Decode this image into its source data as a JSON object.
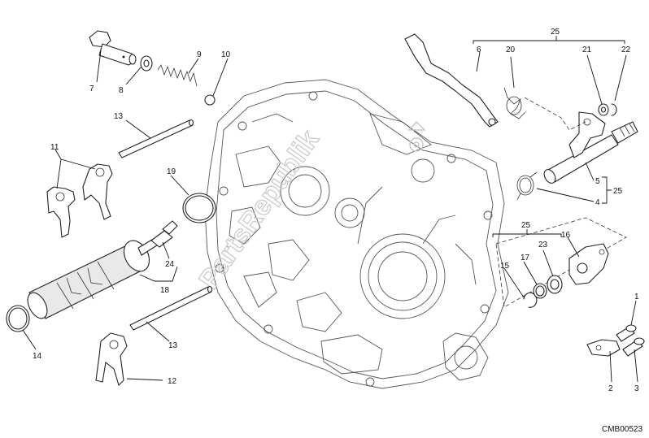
{
  "diagram_code": "CMB00523",
  "watermark_text": "PartsRepublik",
  "callouts": [
    {
      "id": "c7",
      "text": "7"
    },
    {
      "id": "c8",
      "text": "8"
    },
    {
      "id": "c9",
      "text": "9"
    },
    {
      "id": "c10",
      "text": "10"
    },
    {
      "id": "c13a",
      "text": "13"
    },
    {
      "id": "c11",
      "text": "11"
    },
    {
      "id": "c19",
      "text": "19"
    },
    {
      "id": "c24",
      "text": "24"
    },
    {
      "id": "c18",
      "text": "18"
    },
    {
      "id": "c14",
      "text": "14"
    },
    {
      "id": "c13b",
      "text": "13"
    },
    {
      "id": "c12",
      "text": "12"
    },
    {
      "id": "c25a",
      "text": "25"
    },
    {
      "id": "c6",
      "text": "6"
    },
    {
      "id": "c20",
      "text": "20"
    },
    {
      "id": "c21",
      "text": "21"
    },
    {
      "id": "c22",
      "text": "22"
    },
    {
      "id": "c5",
      "text": "5"
    },
    {
      "id": "c4",
      "text": "4"
    },
    {
      "id": "c25b",
      "text": "25"
    },
    {
      "id": "c25c",
      "text": "25"
    },
    {
      "id": "c16",
      "text": "16"
    },
    {
      "id": "c15",
      "text": "15"
    },
    {
      "id": "c17",
      "text": "17"
    },
    {
      "id": "c23",
      "text": "23"
    },
    {
      "id": "c1",
      "text": "1"
    },
    {
      "id": "c2",
      "text": "2"
    },
    {
      "id": "c3",
      "text": "3"
    }
  ]
}
